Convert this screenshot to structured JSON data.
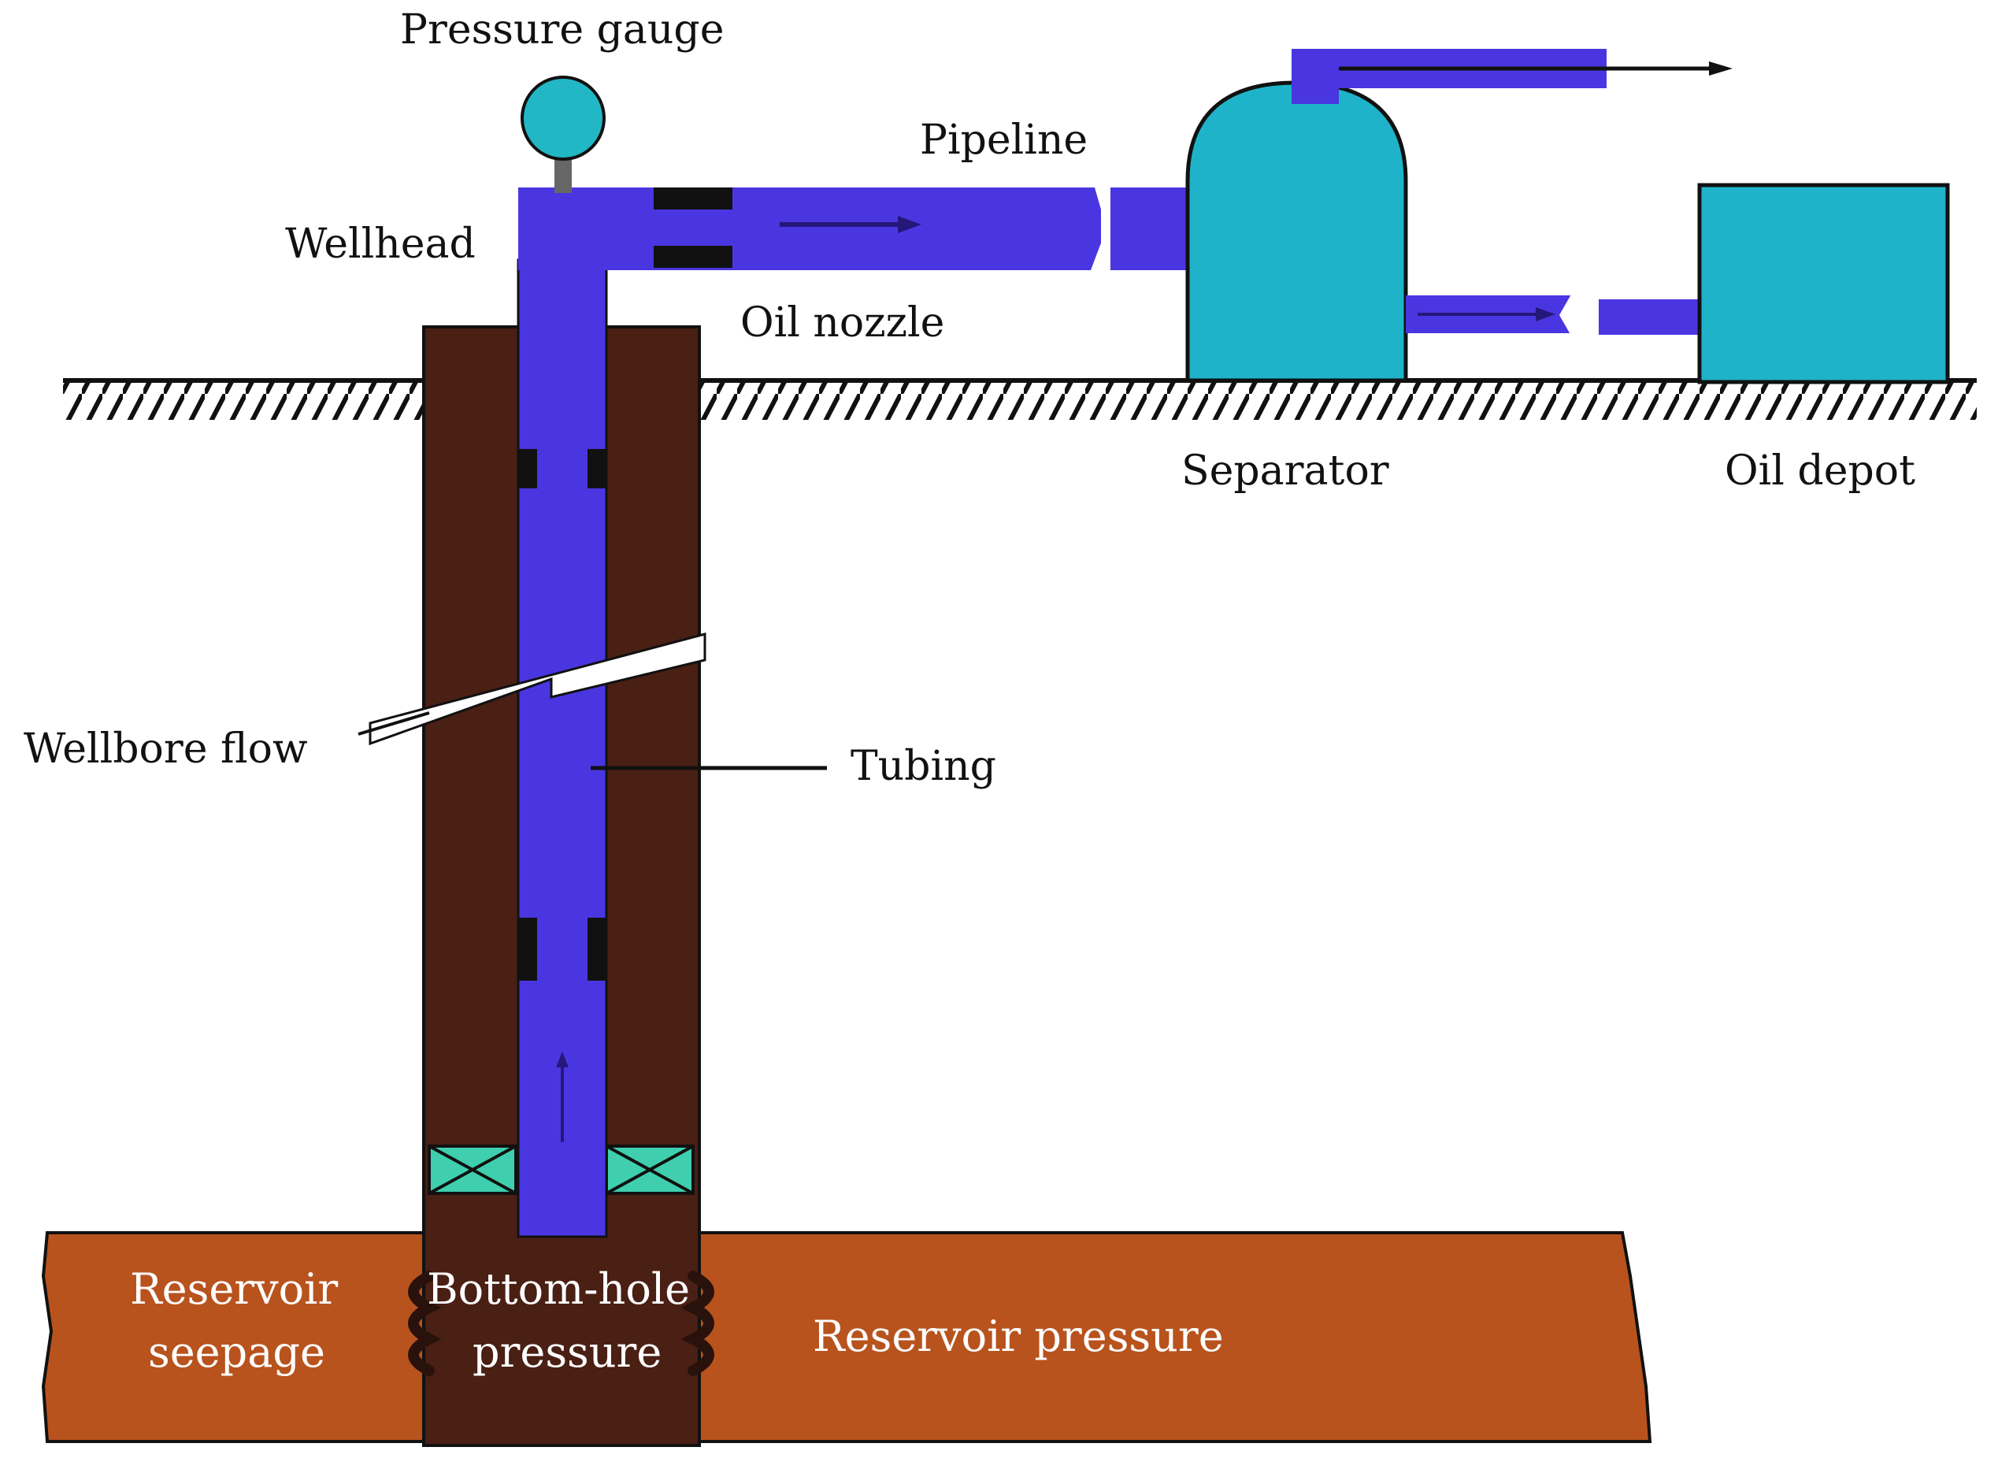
{
  "labels": {
    "pressure_gauge": "Pressure gauge",
    "pipeline": "Pipeline",
    "wellhead": "Wellhead",
    "oil_nozzle": "Oil nozzle",
    "separator": "Separator",
    "oil_depot": "Oil depot",
    "wellbore_flow": "Wellbore flow",
    "tubing": "Tubing",
    "reservoir_seepage_line1": "Reservoir",
    "reservoir_seepage_line2": "seepage",
    "bottom_hole_line1": "Bottom-hole",
    "bottom_hole_line2": "pressure",
    "reservoir_pressure": "Reservoir pressure"
  },
  "colors": {
    "tubing_blue": "#4a36e0",
    "equipment_teal": "#1fb3c9",
    "casing_brown": "#4a1f14",
    "reservoir_orange": "#b8531d",
    "packer_green": "#3fcfae",
    "nozzle_black": "#111111"
  }
}
